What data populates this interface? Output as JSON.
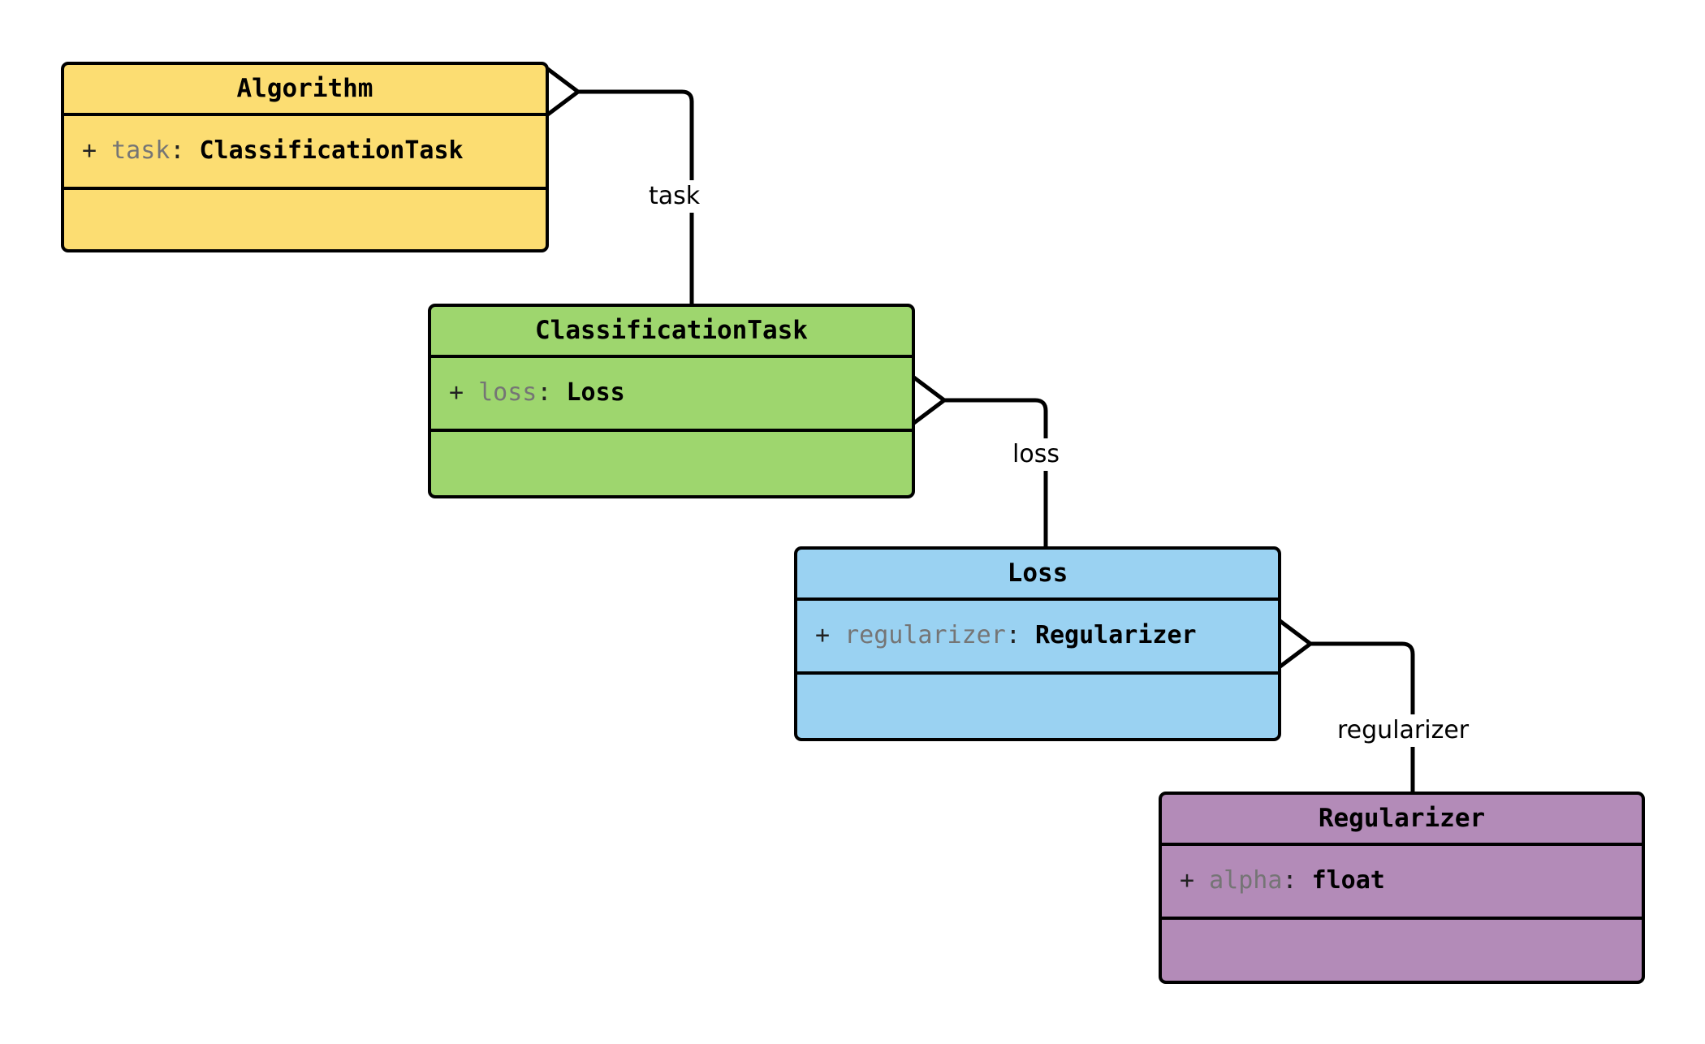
{
  "diagram": {
    "type": "uml-class-diagram",
    "title": "",
    "background_color": "#ffffff",
    "border_color": "#000000",
    "classes": [
      {
        "id": "algorithm",
        "name": "Algorithm",
        "fill_color": "#FCDD72",
        "attributes": [
          {
            "visibility": "+",
            "name": "task",
            "separator": ":",
            "type": "ClassificationTask"
          }
        ],
        "methods": []
      },
      {
        "id": "classification-task",
        "name": "ClassificationTask",
        "fill_color": "#9ED66E",
        "attributes": [
          {
            "visibility": "+",
            "name": "loss",
            "separator": ":",
            "type": "Loss"
          }
        ],
        "methods": []
      },
      {
        "id": "loss",
        "name": "Loss",
        "fill_color": "#9AD2F2",
        "attributes": [
          {
            "visibility": "+",
            "name": "regularizer",
            "separator": ":",
            "type": "Regularizer"
          }
        ],
        "methods": []
      },
      {
        "id": "regularizer",
        "name": "Regularizer",
        "fill_color": "#B38BB8",
        "attributes": [
          {
            "visibility": "+",
            "name": "alpha",
            "separator": ":",
            "type": "float"
          }
        ],
        "methods": []
      }
    ],
    "relations": [
      {
        "id": "algorithm-task",
        "kind": "aggregation",
        "from": "Algorithm",
        "to": "ClassificationTask",
        "label": "task"
      },
      {
        "id": "classificationtask-loss",
        "kind": "aggregation",
        "from": "ClassificationTask",
        "to": "Loss",
        "label": "loss"
      },
      {
        "id": "loss-regularizer",
        "kind": "aggregation",
        "from": "Loss",
        "to": "Regularizer",
        "label": "regularizer"
      }
    ]
  }
}
